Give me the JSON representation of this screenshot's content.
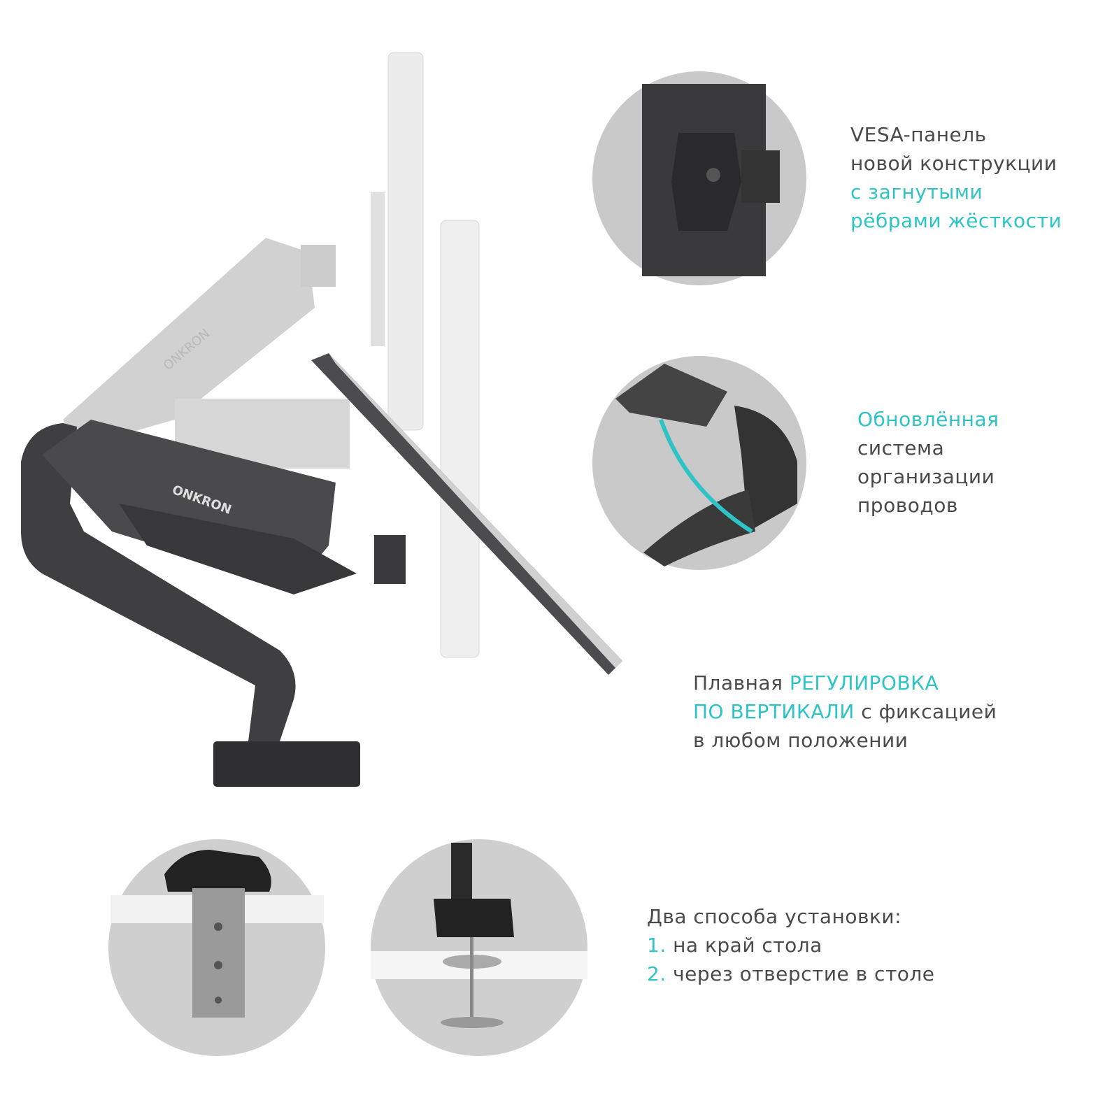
{
  "brand": "ONKRON",
  "colors": {
    "accent": "#2ec4c6",
    "text": "#4a4a4a",
    "arm": "#3c3c3e",
    "ghost": "#b8b8b8"
  },
  "features": {
    "vesa": {
      "lines": [
        "VESA-панель",
        "новой конструкции"
      ],
      "accent_lines": [
        "с загнутыми",
        "рёбрами жёсткости"
      ]
    },
    "cables": {
      "accent_lines": [
        "Обновлённая"
      ],
      "lines": [
        "система",
        "организации",
        "проводов"
      ]
    },
    "height": {
      "l1_plain": "Плавная ",
      "l1_accent": "РЕГУЛИРОВКА",
      "l2_accent": "ПО ВЕРТИКАЛИ",
      "l2_plain": " с фиксацией",
      "l3_plain": "в любом положении"
    },
    "mounting": {
      "title": "Два способа установки:",
      "options": [
        {
          "num": "1.",
          "label": " на край стола"
        },
        {
          "num": "2.",
          "label": " через отверстие в столе"
        }
      ]
    }
  }
}
